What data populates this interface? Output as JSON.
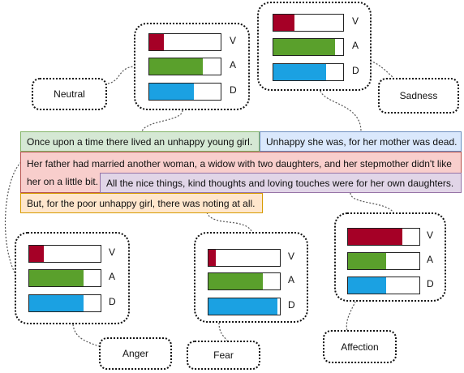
{
  "colors": {
    "v": "#a50026",
    "a": "#5aa02c",
    "d": "#1ba1e2"
  },
  "story": {
    "s1": {
      "text": "Once upon a time there lived an unhappy young girl.",
      "color": "#d5e8d4",
      "border": "#82b366"
    },
    "s2": {
      "text": "Unhappy she was, for her mother was dead.",
      "color": "#dae8fc",
      "border": "#6c8ebf"
    },
    "s3": {
      "text": "Her father had married another woman, a widow with two daughters, and her stepmother didn't like her on a little bit.",
      "color": "#f8cecc",
      "border": "#b85450"
    },
    "s4": {
      "text": "All the nice things, kind thoughts and loving touches were for her own daughters.",
      "color": "#e1d5e7",
      "border": "#9673a6"
    },
    "s5": {
      "text": "But, for the poor unhappy girl, there was noting at all.",
      "color": "#ffe6cc",
      "border": "#d79b00"
    }
  },
  "panels": {
    "neutral": {
      "label": "Neutral",
      "bars": [
        {
          "letter": "V",
          "value": 0.2
        },
        {
          "letter": "A",
          "value": 0.75
        },
        {
          "letter": "D",
          "value": 0.63
        }
      ]
    },
    "sadness": {
      "label": "Sadness",
      "bars": [
        {
          "letter": "V",
          "value": 0.3
        },
        {
          "letter": "A",
          "value": 0.88
        },
        {
          "letter": "D",
          "value": 0.76
        }
      ]
    },
    "anger": {
      "label": "Anger",
      "bars": [
        {
          "letter": "V",
          "value": 0.2
        },
        {
          "letter": "A",
          "value": 0.76
        },
        {
          "letter": "D",
          "value": 0.76
        }
      ]
    },
    "fear": {
      "label": "Fear",
      "bars": [
        {
          "letter": "V",
          "value": 0.1
        },
        {
          "letter": "A",
          "value": 0.76
        },
        {
          "letter": "D",
          "value": 0.97
        }
      ]
    },
    "affection": {
      "label": "Affection",
      "bars": [
        {
          "letter": "V",
          "value": 0.76
        },
        {
          "letter": "A",
          "value": 0.53
        },
        {
          "letter": "D",
          "value": 0.53
        }
      ]
    }
  }
}
